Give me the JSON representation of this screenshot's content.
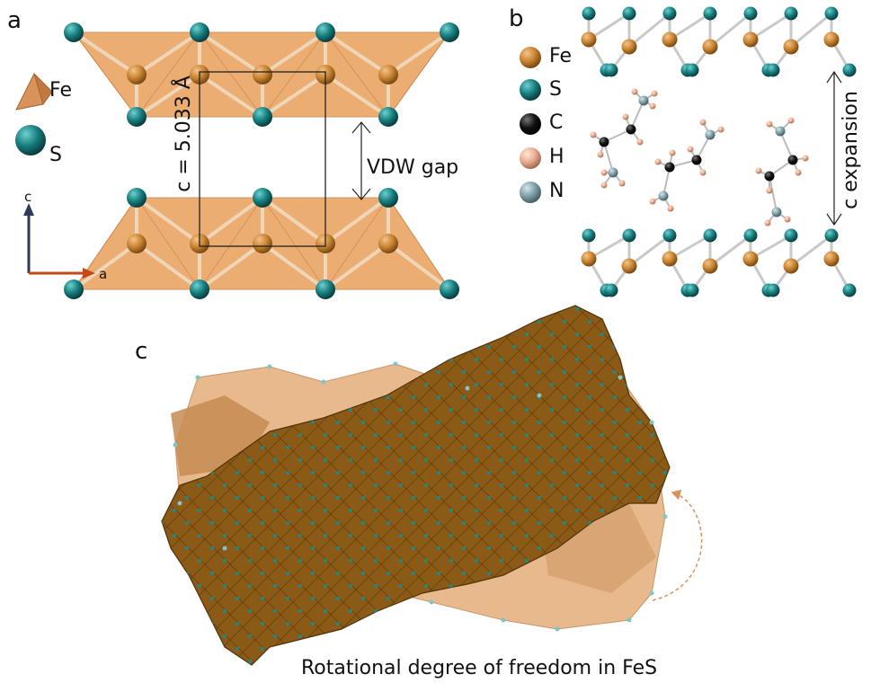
{
  "panels": {
    "a": {
      "letter": "a",
      "legend": [
        {
          "symbol": "tetrahedron",
          "label": "Fe",
          "color": "#d9925a"
        },
        {
          "symbol": "sphere",
          "label": "S",
          "color": "#1a7f80"
        }
      ],
      "axes": {
        "up_label": "c",
        "right_label": "a",
        "up_color": "#2f3a55",
        "right_color": "#c2491a"
      },
      "cell_parameter": "c = 5.033 Å",
      "gap_label": "VDW gap"
    },
    "b": {
      "letter": "b",
      "legend": [
        {
          "label": "Fe",
          "color": "#b5701e"
        },
        {
          "label": "S",
          "color": "#147b7b"
        },
        {
          "label": "C",
          "color": "#0c0c0c"
        },
        {
          "label": "H",
          "color": "#e6a88a"
        },
        {
          "label": "N",
          "color": "#7c9ca3"
        }
      ],
      "expansion_label": "c expansion"
    },
    "c": {
      "letter": "c",
      "caption": "Rotational degree of freedom in FeS",
      "colors": {
        "front": "#8a5a16",
        "back": "#e8b98c",
        "arrow": "#d9935a"
      }
    }
  },
  "colors": {
    "layer_fill": "#e9a563",
    "fe": "#c47a28",
    "s": "#137878",
    "bond": "#c9c9c9"
  }
}
